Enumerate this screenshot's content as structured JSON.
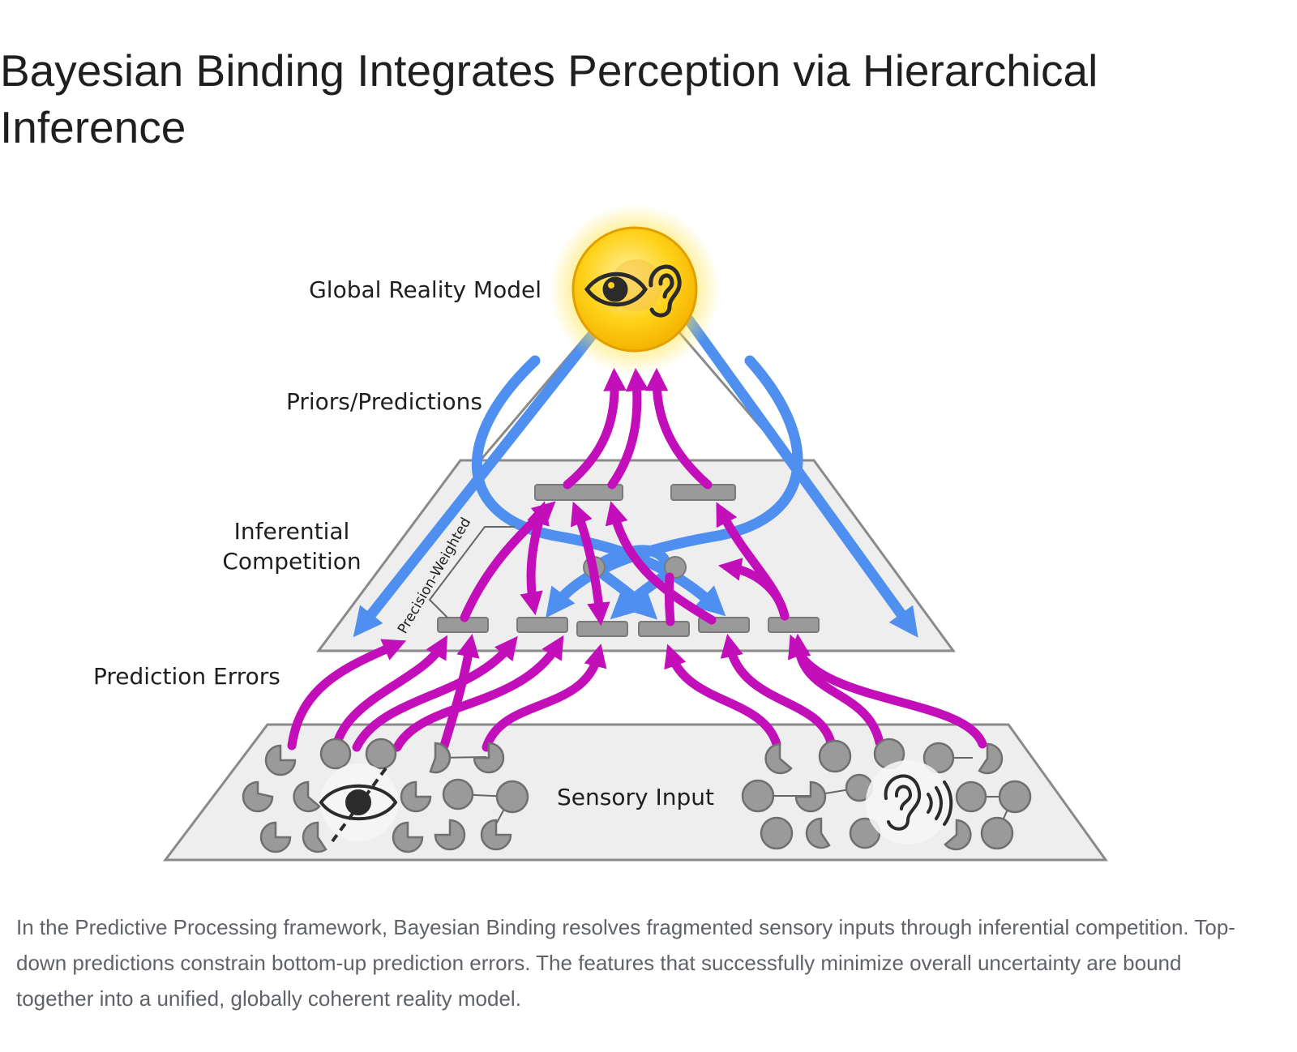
{
  "title": "Bayesian Binding Integrates Perception via Hierarchical Inference",
  "diagram": {
    "labels": {
      "global": "Global Reality Model",
      "priors": "Priors/Predictions",
      "competition_line1": "Inferential",
      "competition_line2": "Competition",
      "precision": "Precision-Weighted",
      "errors": "Prediction Errors",
      "sensory": "Sensory Input"
    },
    "icons": {
      "global": [
        "eye-icon",
        "ear-icon"
      ],
      "visual_input": "crossed-eye-icon",
      "auditory_input": "ear-sound-icon"
    },
    "colors": {
      "prediction_arrows": "#4f8ff0",
      "error_arrows": "#c30fb9",
      "node_gray": "#9a9a9a",
      "glow": "#ffd21a",
      "layer_fill": "#eeeeee"
    }
  },
  "caption": "In the Predictive Processing framework, Bayesian Binding resolves fragmented sensory inputs through inferential competition. Top-down predictions constrain bottom-up prediction errors. The features that successfully minimize overall uncertainty are bound together into a unified, globally coherent reality model."
}
